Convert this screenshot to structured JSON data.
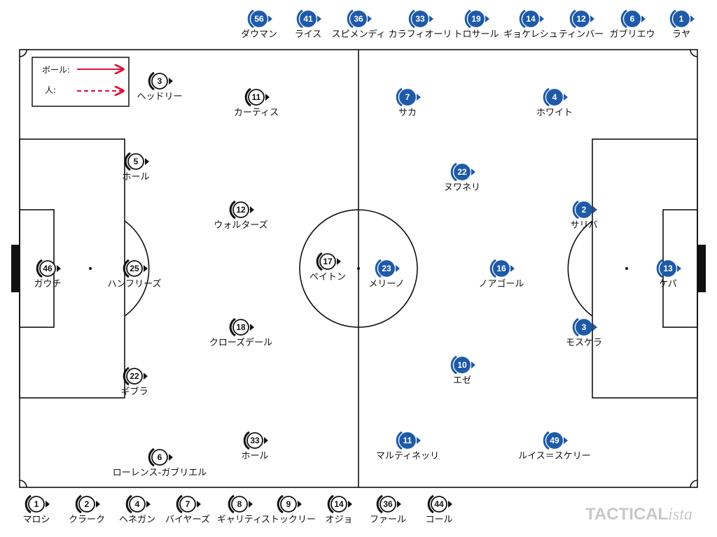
{
  "colors": {
    "home": "#111111",
    "away": "#1e5aa8",
    "arrow": "#e0103a",
    "pitch_line": "#111111",
    "brand": "#c8c8c8"
  },
  "legend": {
    "ball_label": "ボール:",
    "person_label": "人:"
  },
  "brand": {
    "part1": "TACTICAL",
    "part2": "ista"
  },
  "away_bench": [
    {
      "num": "56",
      "name": "ダウマン"
    },
    {
      "num": "41",
      "name": "ライス"
    },
    {
      "num": "36",
      "name": "スピメンディ"
    },
    {
      "num": "33",
      "name": "カラフィオーリ"
    },
    {
      "num": "19",
      "name": "トロサール"
    },
    {
      "num": "14",
      "name": "ギョケレシュ"
    },
    {
      "num": "12",
      "name": "ティンバー"
    },
    {
      "num": "6",
      "name": "ガブリエウ"
    },
    {
      "num": "1",
      "name": "ラヤ"
    }
  ],
  "home_bench": [
    {
      "num": "1",
      "name": "マロシ"
    },
    {
      "num": "2",
      "name": "クラーク"
    },
    {
      "num": "4",
      "name": "ヘネガン"
    },
    {
      "num": "7",
      "name": "バイヤーズ"
    },
    {
      "num": "8",
      "name": "ギャリティ"
    },
    {
      "num": "9",
      "name": "ストックリー"
    },
    {
      "num": "14",
      "name": "オジョ"
    },
    {
      "num": "36",
      "name": "ファール"
    },
    {
      "num": "44",
      "name": "コール"
    }
  ],
  "home_players": [
    {
      "num": "3",
      "name": "ヘッドリー"
    },
    {
      "num": "11",
      "name": "カーティス"
    },
    {
      "num": "5",
      "name": "ホール"
    },
    {
      "num": "12",
      "name": "ウォルターズ"
    },
    {
      "num": "46",
      "name": "ガウチ"
    },
    {
      "num": "25",
      "name": "ハンフリーズ"
    },
    {
      "num": "17",
      "name": "ペイトン"
    },
    {
      "num": "18",
      "name": "クローズデール"
    },
    {
      "num": "22",
      "name": "ギブラ"
    },
    {
      "num": "33",
      "name": "ホール"
    },
    {
      "num": "6",
      "name": "ローレンス-ガブリエル"
    }
  ],
  "away_players": [
    {
      "num": "7",
      "name": "サカ"
    },
    {
      "num": "4",
      "name": "ホワイト"
    },
    {
      "num": "22",
      "name": "ヌワネリ"
    },
    {
      "num": "2",
      "name": "サリバ"
    },
    {
      "num": "23",
      "name": "メリーノ"
    },
    {
      "num": "16",
      "name": "ノアゴール"
    },
    {
      "num": "13",
      "name": "ケパ"
    },
    {
      "num": "3",
      "name": "モスケラ"
    },
    {
      "num": "10",
      "name": "エゼ"
    },
    {
      "num": "11",
      "name": "マルティネッリ"
    },
    {
      "num": "49",
      "name": "ルイス＝スケリー"
    }
  ]
}
